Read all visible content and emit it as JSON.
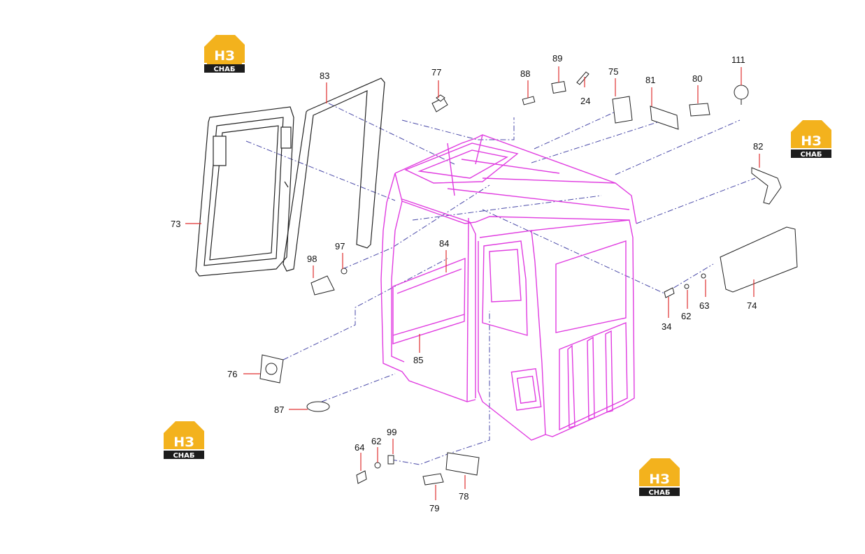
{
  "logos": [
    {
      "top": "НЗ",
      "bottom": "СНАБ"
    },
    {
      "top": "НЗ",
      "bottom": "СНАБ"
    },
    {
      "top": "НЗ",
      "bottom": "СНАБ"
    },
    {
      "top": "НЗ",
      "bottom": "СНАБ"
    }
  ],
  "part_labels": [
    "73",
    "83",
    "77",
    "88",
    "89",
    "24",
    "75",
    "81",
    "80",
    "111",
    "82",
    "97",
    "98",
    "84",
    "85",
    "76",
    "87",
    "74",
    "34",
    "62",
    "63",
    "64",
    "62",
    "99",
    "78",
    "79"
  ],
  "colors": {
    "cab_outline": "#e03ce0",
    "leader_red": "#e03030",
    "leader_blue": "#4a4aa8",
    "logo_gold": "#f3b21d",
    "logo_dark": "#1c1c1c"
  }
}
